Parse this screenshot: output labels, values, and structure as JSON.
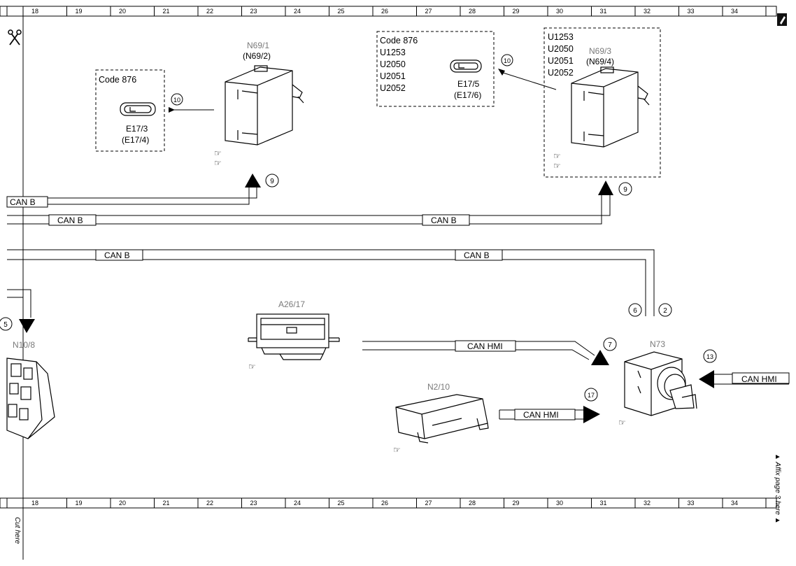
{
  "ruler": {
    "ticks": [
      "18",
      "19",
      "20",
      "21",
      "22",
      "23",
      "24",
      "25",
      "26",
      "27",
      "28",
      "29",
      "30",
      "31",
      "32",
      "33",
      "34"
    ]
  },
  "bus": {
    "can_b": "CAN B",
    "can_hmi": "CAN HMI"
  },
  "components": {
    "n69_1": {
      "label": "N69/1",
      "alt": "(N69/2)"
    },
    "n69_3": {
      "label": "N69/3",
      "alt": "(N69/4)"
    },
    "a26_17": {
      "label": "A26/17"
    },
    "n73": {
      "label": "N73"
    },
    "n2_10": {
      "label": "N2/10"
    },
    "n10_8": {
      "label": "N10/8"
    },
    "e17_3": {
      "label": "E17/3",
      "alt": "(E17/4)"
    },
    "e17_5": {
      "label": "E17/5",
      "alt": "(E17/6)"
    }
  },
  "boxes": {
    "left": {
      "code": "Code 876"
    },
    "middle": {
      "lines": [
        "Code 876",
        "U1253",
        "U2050",
        "U2051",
        "U2052"
      ]
    },
    "right": {
      "lines": [
        "U1253",
        "U2050",
        "U2051",
        "U2052"
      ]
    }
  },
  "callouts": {
    "c10": "10",
    "c9": "9",
    "c5": "5",
    "c6": "6",
    "c2": "2",
    "c7": "7",
    "c13": "13",
    "c17": "17"
  },
  "margin": {
    "cut_here": "Cut here",
    "affix": "▲ Affix page 3 here ▲"
  },
  "icons": [
    "scissors-icon",
    "pointing-hand-icon",
    "pen-icon"
  ]
}
